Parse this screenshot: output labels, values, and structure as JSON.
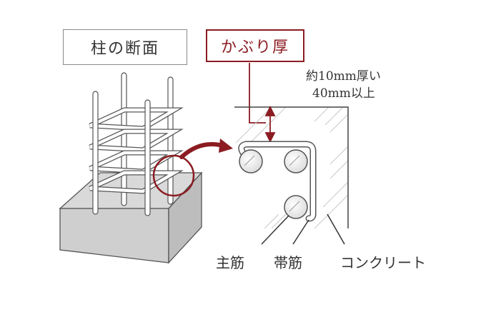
{
  "title_label": "柱の断面",
  "cover_label": "かぶり厚",
  "thickness_note": {
    "line1": "約10mm厚い",
    "line2": "40mm以上"
  },
  "parts": {
    "main_rebar": "主筋",
    "hoop_rebar": "帯筋",
    "concrete": "コンクリート"
  },
  "colors": {
    "accent": "#8b1c22",
    "line": "#555555",
    "concrete_top": "#d9d9d9",
    "concrete_side": "#bdbdbd",
    "concrete_front": "#cfcfcf"
  }
}
